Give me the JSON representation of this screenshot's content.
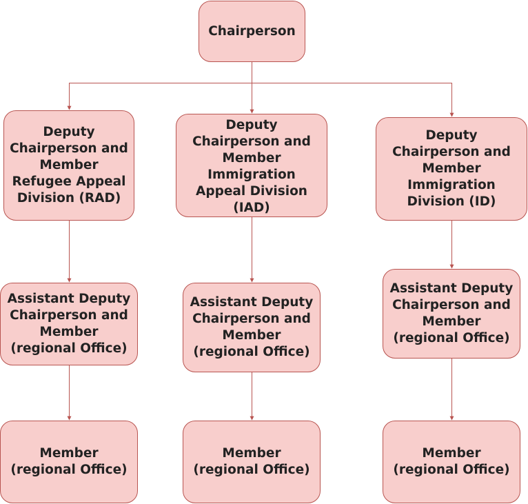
{
  "diagram": {
    "type": "org-chart",
    "colors": {
      "node_fill": "#f8cecc",
      "node_stroke": "#b85450",
      "edge": "#b85450",
      "text": "#222222"
    },
    "nodes": {
      "chair": {
        "label": "Chairperson"
      },
      "rad": {
        "label": "Deputy\nChairperson and\nMember\nRefugee Appeal\nDivision (RAD)"
      },
      "iad": {
        "label": "Deputy\nChairperson and\nMember\nImmigration\nAppeal Division\n(IAD)"
      },
      "id": {
        "label": "Deputy\nChairperson and\nMember\nImmigration\nDivision (ID)"
      },
      "adc_rad": {
        "label": "Assistant Deputy\nChairperson and\nMember\n(regional Office)"
      },
      "adc_iad": {
        "label": "Assistant Deputy\nChairperson and\nMember\n(regional Office)"
      },
      "adc_id": {
        "label": "Assistant Deputy\nChairperson and\nMember\n(regional Office)"
      },
      "mem_rad": {
        "label": "Member\n(regional Office)"
      },
      "mem_iad": {
        "label": "Member\n(regional Office)"
      },
      "mem_id": {
        "label": "Member\n(regional Office)"
      }
    },
    "edges": [
      {
        "from": "chair",
        "to": "rad"
      },
      {
        "from": "chair",
        "to": "iad"
      },
      {
        "from": "chair",
        "to": "id"
      },
      {
        "from": "rad",
        "to": "adc_rad"
      },
      {
        "from": "iad",
        "to": "adc_iad"
      },
      {
        "from": "id",
        "to": "adc_id"
      },
      {
        "from": "adc_rad",
        "to": "mem_rad"
      },
      {
        "from": "adc_iad",
        "to": "mem_iad"
      },
      {
        "from": "adc_id",
        "to": "mem_id"
      }
    ]
  }
}
